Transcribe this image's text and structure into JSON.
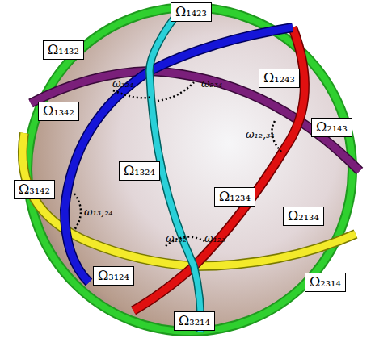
{
  "diagram": {
    "nodes": [
      {
        "text": [
          "Ω₁₄₂₃"
        ]
      },
      {
        "text": [
          "Ω₁₄₃₂"
        ]
      },
      {
        "text": [
          "Ω₁₂₄₃"
        ]
      },
      {
        "text": [
          "Ω₁₃₄₂"
        ]
      },
      {
        "text": [
          "Ω₂₁₄₃"
        ]
      },
      {
        "text": [
          "Ω₁₃₂₄"
        ]
      },
      {
        "text": [
          "Ω₃₁₄₂"
        ]
      },
      {
        "text": [
          "Ω₁₂₃₄"
        ]
      },
      {
        "text": [
          "Ω₂₁₃₄"
        ]
      },
      {
        "text": [
          "Ω₃₁₂₄"
        ]
      },
      {
        "text": [
          "Ω₂₃₁₄"
        ]
      },
      {
        "text": [
          "Ω₃₂₁₄"
        ]
      }
    ],
    "labels": [
      "ω₂₃₄",
      "ω₃₂₄",
      "ω₁₂,₃₄",
      "ω₁₃,₂₄",
      "ω₁₃₂",
      "ω₁₂₃"
    ]
  }
}
